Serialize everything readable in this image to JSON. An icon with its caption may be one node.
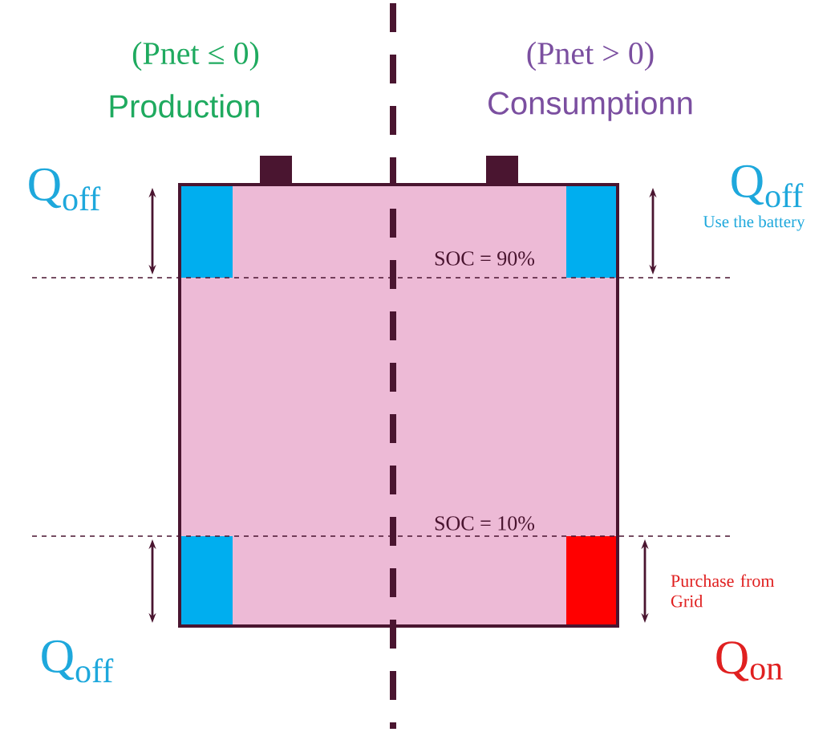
{
  "diagram": {
    "labels": [
      "(Pnet ≤ 0)",
      "Production",
      "(Pnet > 0)",
      "Consumptionn",
      "Q$_{off}$",
      "Q$_{off}$",
      "Use the battery",
      "SOC = 90%",
      "SOC = 10%",
      "Purchase from Grid",
      "Q$_{off}$",
      "Q$_{on}$"
    ]
  }
}
